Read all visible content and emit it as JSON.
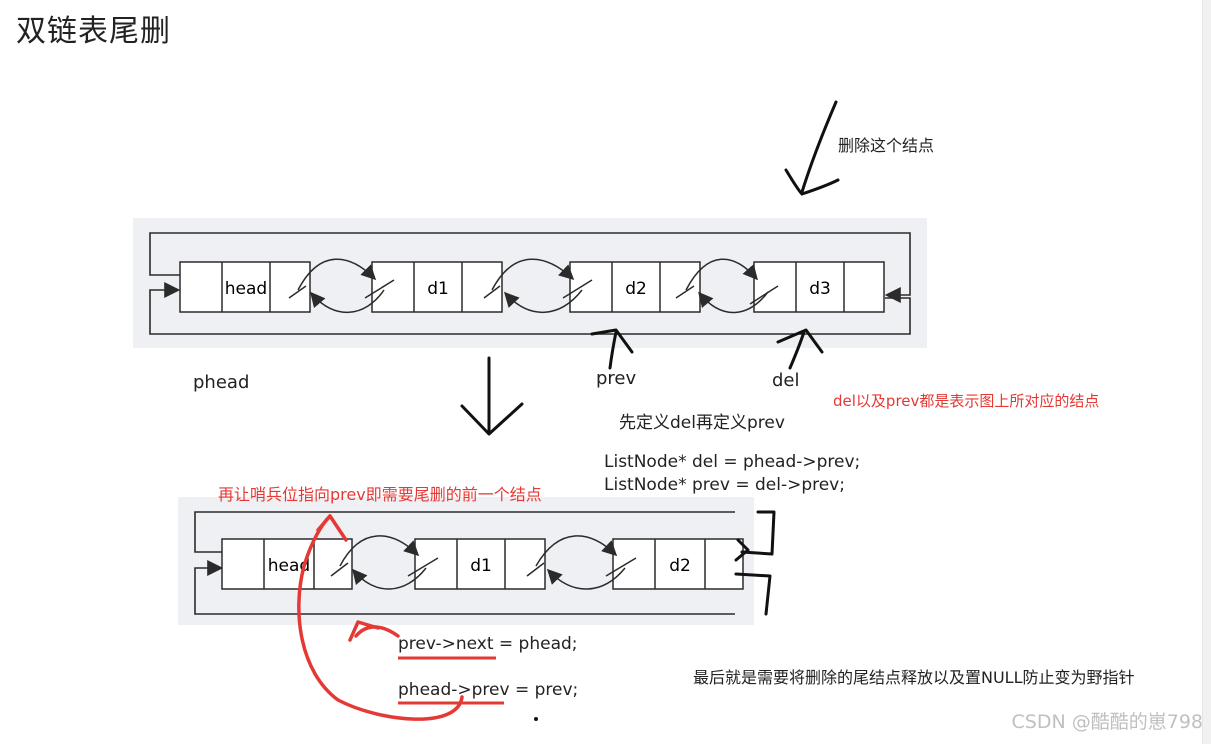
{
  "title": "双链表尾删",
  "labels": {
    "delete_note": "删除这个结点",
    "phead": "phead",
    "prev": "prev",
    "del": "del",
    "define_text": "先定义del再定义prev",
    "red_note": "del以及prev都是表示图上所对应的结点",
    "sentinel_note": "再让哨兵位指向prev即需要尾删的前一个结点",
    "final_note": "最后就是需要将删除的尾结点释放以及置NULL防止变为野指针"
  },
  "code": {
    "line1": "ListNode* del = phead->prev;",
    "line2": "ListNode* prev = del->prev;",
    "line3": "prev->next = phead;",
    "line4": "phead->prev = prev;"
  },
  "diagram_top": {
    "nodes": [
      "head",
      "d1",
      "d2",
      "d3"
    ]
  },
  "diagram_bottom": {
    "nodes": [
      "head",
      "d1",
      "d2"
    ]
  },
  "watermark": "CSDN @酷酷的崽798",
  "colors": {
    "red": "#e53935",
    "panel": "#eef0f4",
    "line": "#2b2b2b"
  }
}
